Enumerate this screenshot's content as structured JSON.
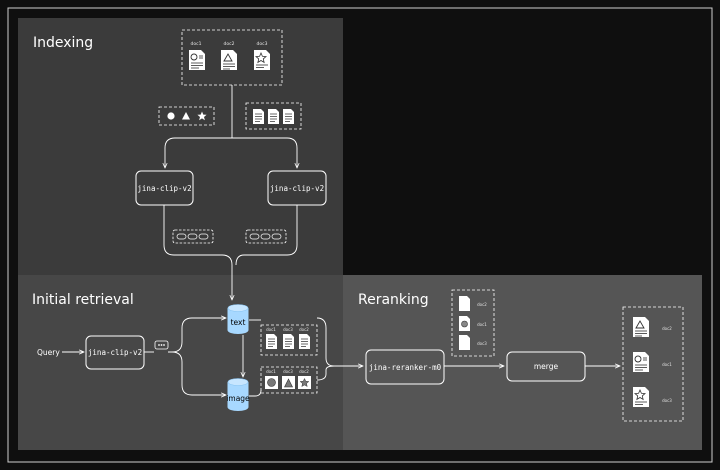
{
  "sections": {
    "indexing": "Indexing",
    "initial_retrieval": "Initial retrieval",
    "reranking": "Reranking"
  },
  "nodes": {
    "clip_left": "jina-clip-v2",
    "clip_right": "jina-clip-v2",
    "clip_query": "jina-clip-v2",
    "reranker": "jina-reranker-m0",
    "merge": "merge"
  },
  "databases": {
    "text": "text",
    "image": "image"
  },
  "query": "Query",
  "input_docs": [
    "doc1",
    "doc2",
    "doc3"
  ],
  "text_results": [
    "doc1",
    "doc3",
    "doc2"
  ],
  "image_results": [
    "doc1",
    "doc3",
    "doc2"
  ],
  "rerank_candidates": [
    "doc2",
    "doc1",
    "doc3"
  ],
  "final_ranking": [
    "doc2",
    "doc1",
    "doc3"
  ],
  "colors": {
    "page_background": "#0f0f0f",
    "indexing_panel": "#3b3b3b",
    "retrieval_panel": "#484848",
    "reranking_panel": "#555555",
    "database": "#a7d8ff",
    "stroke": "#ffffff"
  },
  "icons": {
    "document": "document-icon",
    "image_doc": "image-document-icon",
    "shape_doc": "shapes-document-icon",
    "star_doc": "star-document-icon",
    "circle": "circle-icon",
    "triangle": "triangle-icon",
    "star": "star-icon",
    "embedding": "embedding-vector-icon",
    "database": "database-icon"
  }
}
